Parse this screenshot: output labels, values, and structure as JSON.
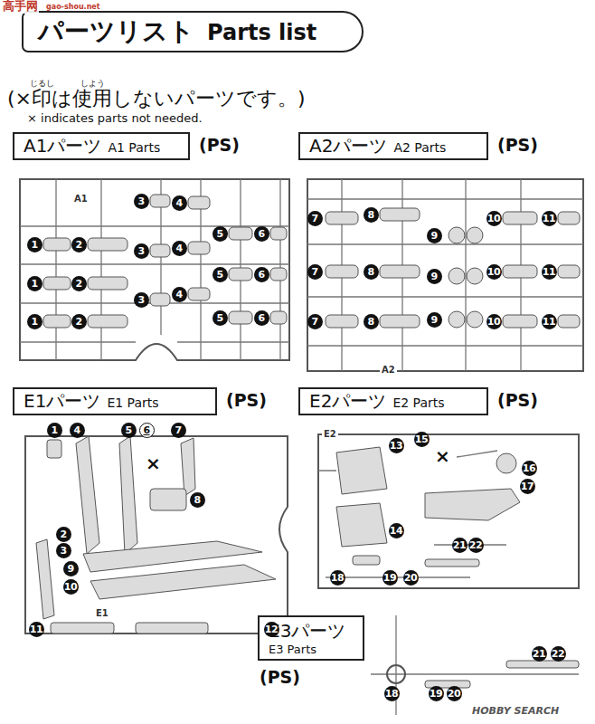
{
  "diagram": {
    "nodes": [
      {
        "text": [
          "パーツリスト",
          "Parts list"
        ]
      },
      {
        "text": [
          "A1パーツ",
          "A1 Parts"
        ]
      },
      {
        "text": [
          "A2パーツ",
          "A2 Parts"
        ]
      },
      {
        "text": [
          "E1パーツ",
          "E1 Parts"
        ]
      },
      {
        "text": [
          "E2パーツ",
          "E2 Parts"
        ]
      },
      {
        "text": [
          "E3パーツ",
          "E3 Parts"
        ]
      }
    ],
    "labels": [
      "高手网",
      "gao-shou.net",
      "じるし",
      "しよう",
      "(×印は使用しないパーツです。)",
      "× indicates parts not needed.",
      "(PS)",
      "(PS)",
      "(PS)",
      "(PS)",
      "(PS)",
      "A1",
      "A2",
      "E1",
      "E2",
      "×",
      "×",
      "HOBBY SEARCH",
      "1",
      "1",
      "1",
      "2",
      "2",
      "2",
      "3",
      "3",
      "3",
      "4",
      "4",
      "4",
      "5",
      "5",
      "5",
      "6",
      "6",
      "6",
      "7",
      "7",
      "7",
      "8",
      "8",
      "8",
      "9",
      "9",
      "9",
      "10",
      "10",
      "10",
      "11",
      "11",
      "11",
      "1",
      "4",
      "5",
      "6",
      "7",
      "8",
      "2",
      "3",
      "9",
      "10",
      "11",
      "12",
      "13",
      "15",
      "16",
      "17",
      "14",
      "21",
      "22",
      "18",
      "19",
      "20",
      "21",
      "22",
      "18",
      "19",
      "20"
    ]
  }
}
